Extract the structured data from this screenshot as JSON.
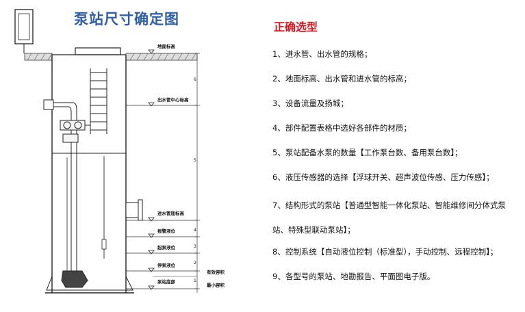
{
  "diagram": {
    "title": "泵站尺寸确定图",
    "labels": {
      "ground_level": "地面标高",
      "outlet_center": "出水管中心标高",
      "inlet_bottom": "进水管底标高",
      "alarm_level": "报警液位",
      "start_level": "起泵液位",
      "stop_level": "停泵液位",
      "effective_volume": "有效容积",
      "station_bottom": "泵站底部",
      "min_volume": "最小容积"
    },
    "dimension_numbers": [
      "6",
      "5",
      "4",
      "3",
      "2",
      "1"
    ]
  },
  "selection": {
    "title": "正确选型",
    "items": [
      "1、进水管、出水管的规格；",
      "2、地面标高、出水管和进水管的标高；",
      "3、设备流量及扬城；",
      "4、部件配置表格中选好各部件的材质；",
      "5、泵站配备水泵的数量【工作泵台数、备用泵台数】；",
      "6、液压传感器的选择【浮球开关、超声波位传感、压力传感】；",
      "7、结构形式的泵站【普通型智能一体化泵站、智能维修间分体式泵站、特殊型联动泵站】；",
      "8、控制系统【自动液位控制（标准型），手动控制、远程控制】；",
      "9、各型号的泵站、地勘报告、平面图电子版。"
    ]
  },
  "colors": {
    "title_blue": "#2f5fa8",
    "accent_red": "#e0141b",
    "line": "#222222"
  }
}
